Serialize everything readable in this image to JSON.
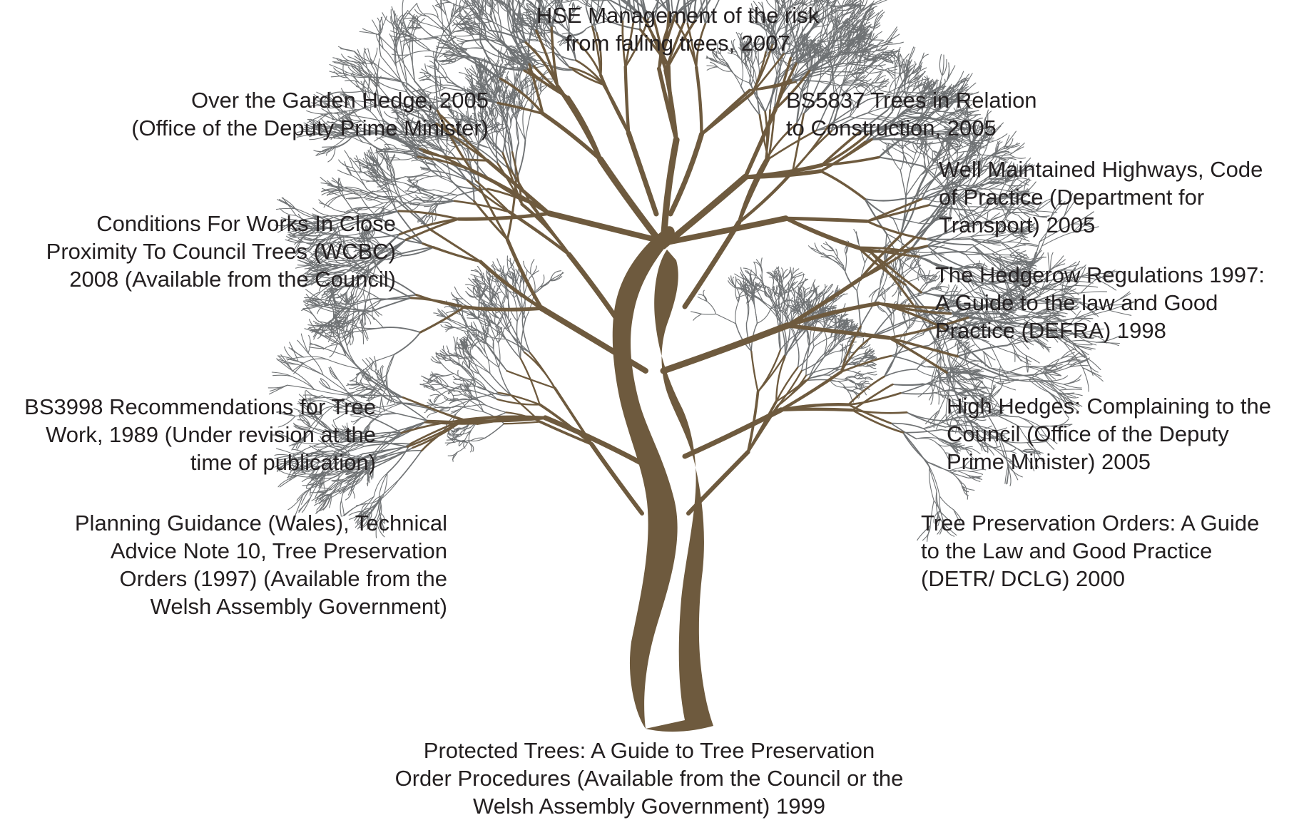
{
  "colors": {
    "trunk": "#6e5a3e",
    "branch": "#6e5a3e",
    "twig": "#6f7274",
    "text": "#231f20",
    "background": "#ffffff"
  },
  "labels": {
    "hse": "HSE Management of the risk\nfrom falling trees, 2007",
    "garden_hedge": "Over the Garden Hedge, 2005\n(Office of the Deputy Prime Minister)",
    "bs5837": "BS5837 Trees in Relation\nto Construction, 2005",
    "highways": "Well Maintained Highways, Code\nof Practice (Department for\nTransport) 2005",
    "wcbc": "Conditions For Works In Close\nProximity To Council Trees (WCBC)\n2008 (Available from the Council)",
    "hedgerow": "The Hedgerow Regulations 1997:\nA Guide to the law and Good\nPractice (DEFRA) 1998",
    "bs3998": "BS3998 Recommendations for Tree\nWork, 1989 (Under revision at the\ntime of publication)",
    "high_hedges": "High Hedges: Complaining to the\nCouncil (Office of the Deputy\nPrime Minister) 2005",
    "planning": "Planning Guidance (Wales), Technical\nAdvice Note 10, Tree Preservation\nOrders (1997) (Available from the\nWelsh Assembly Government)",
    "tpo_guide": "Tree Preservation Orders: A Guide\nto the Law and Good Practice\n(DETR/ DCLG) 2000",
    "protected": "Protected Trees: A Guide to Tree Preservation\nOrder Procedures (Available from the Council or the\nWelsh Assembly Government) 1999"
  }
}
